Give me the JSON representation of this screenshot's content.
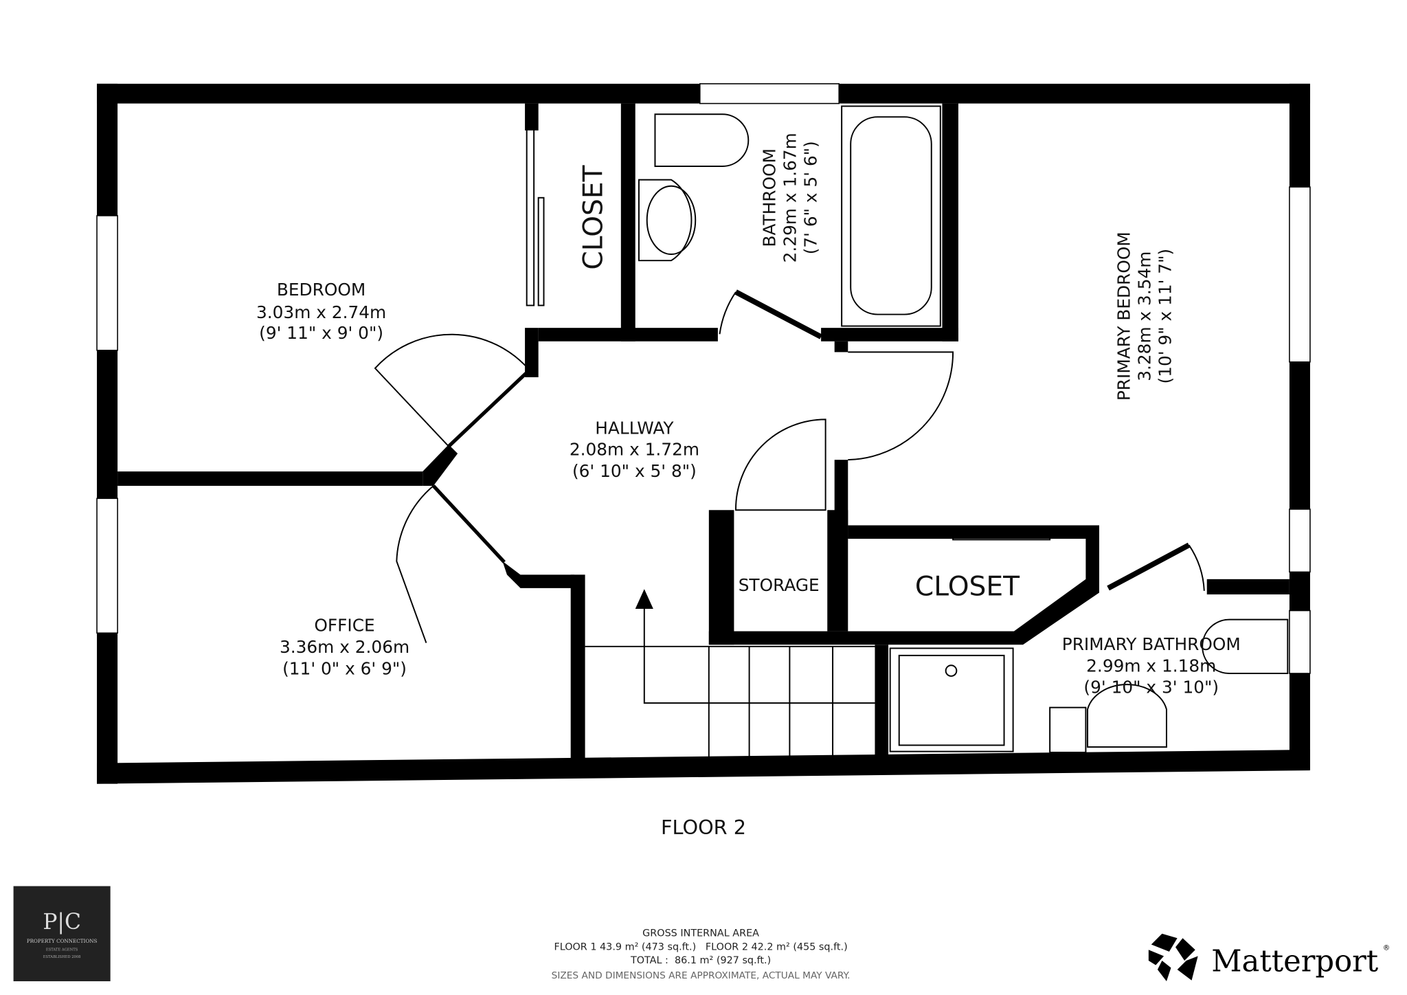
{
  "floor_label": "FLOOR 2",
  "rooms": {
    "bedroom": {
      "name": "BEDROOM",
      "metric": "3.03m x 2.74m",
      "imperial": "(9' 11\" x 9' 0\")"
    },
    "closet_top": {
      "name": "CLOSET"
    },
    "bathroom": {
      "name": "BATHROOM",
      "metric": "2.29m x 1.67m",
      "imperial": "(7' 6\" x 5' 6\")"
    },
    "primary_bedroom": {
      "name": "PRIMARY BEDROOM",
      "metric": "3.28m x 3.54m",
      "imperial": "(10' 9\" x 11' 7\")"
    },
    "hallway": {
      "name": "HALLWAY",
      "metric": "2.08m x 1.72m",
      "imperial": "(6' 10\" x 5' 8\")"
    },
    "office": {
      "name": "OFFICE",
      "metric": "3.36m x 2.06m",
      "imperial": "(11' 0\" x 6' 9\")"
    },
    "storage": {
      "name": "STORAGE"
    },
    "closet_mid": {
      "name": "CLOSET"
    },
    "primary_bathroom": {
      "name": "PRIMARY BATHROOM",
      "metric": "2.99m x 1.18m",
      "imperial": "(9' 10\" x 3' 10\")"
    }
  },
  "area": {
    "title": "GROSS INTERNAL AREA",
    "floors": "FLOOR 1 43.9 m² (473 sq.ft.)   FLOOR 2 42.2 m² (455 sq.ft.)",
    "total": "TOTAL :  86.1 m² (927 sq.ft.)",
    "disclaimer": "SIZES AND DIMENSIONS ARE APPROXIMATE, ACTUAL MAY VARY."
  },
  "agent_logo": {
    "initials": "P|C",
    "name": "PROPERTY CONNECTIONS",
    "tagline": "ESTATE AGENTS",
    "established": "ESTABLISHED 2008"
  },
  "brand": {
    "name": "Matterport",
    "mark": "®"
  },
  "colors": {
    "wall": "#000000",
    "logo_bg": "#222222"
  }
}
